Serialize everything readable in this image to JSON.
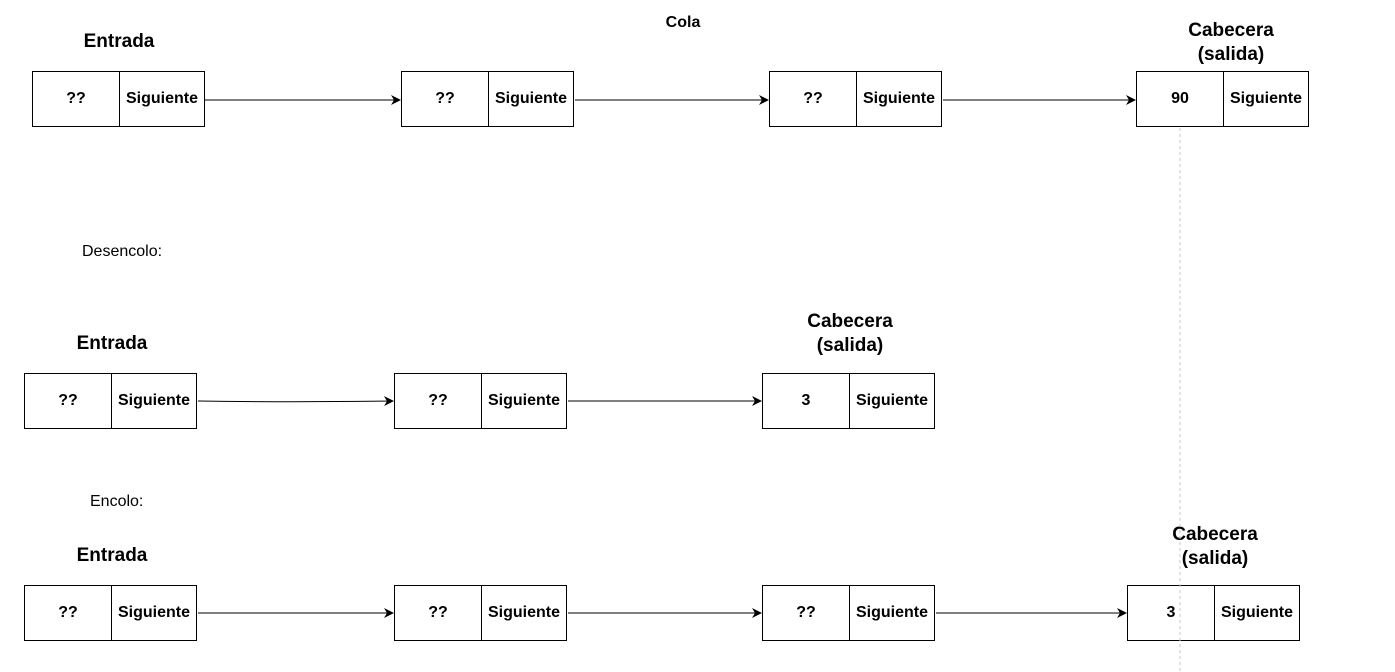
{
  "title": "Cola",
  "rows": [
    {
      "section_label": "",
      "entrada_label": "Entrada",
      "head_label": [
        "Cabecera",
        "(salida)"
      ],
      "nodes": [
        {
          "value": "??",
          "next": "Siguiente"
        },
        {
          "value": "??",
          "next": "Siguiente"
        },
        {
          "value": "??",
          "next": "Siguiente"
        },
        {
          "value": "90",
          "next": "Siguiente"
        }
      ]
    },
    {
      "section_label": "Desencolo:",
      "entrada_label": "Entrada",
      "head_label": [
        "Cabecera",
        "(salida)"
      ],
      "nodes": [
        {
          "value": "??",
          "next": "Siguiente"
        },
        {
          "value": "??",
          "next": "Siguiente"
        },
        {
          "value": "3",
          "next": "Siguiente"
        }
      ]
    },
    {
      "section_label": "Encolo:",
      "entrada_label": "Entrada",
      "head_label": [
        "Cabecera",
        "(salida)"
      ],
      "nodes": [
        {
          "value": "??",
          "next": "Siguiente"
        },
        {
          "value": "??",
          "next": "Siguiente"
        },
        {
          "value": "??",
          "next": "Siguiente"
        },
        {
          "value": "3",
          "next": "Siguiente"
        }
      ]
    }
  ]
}
